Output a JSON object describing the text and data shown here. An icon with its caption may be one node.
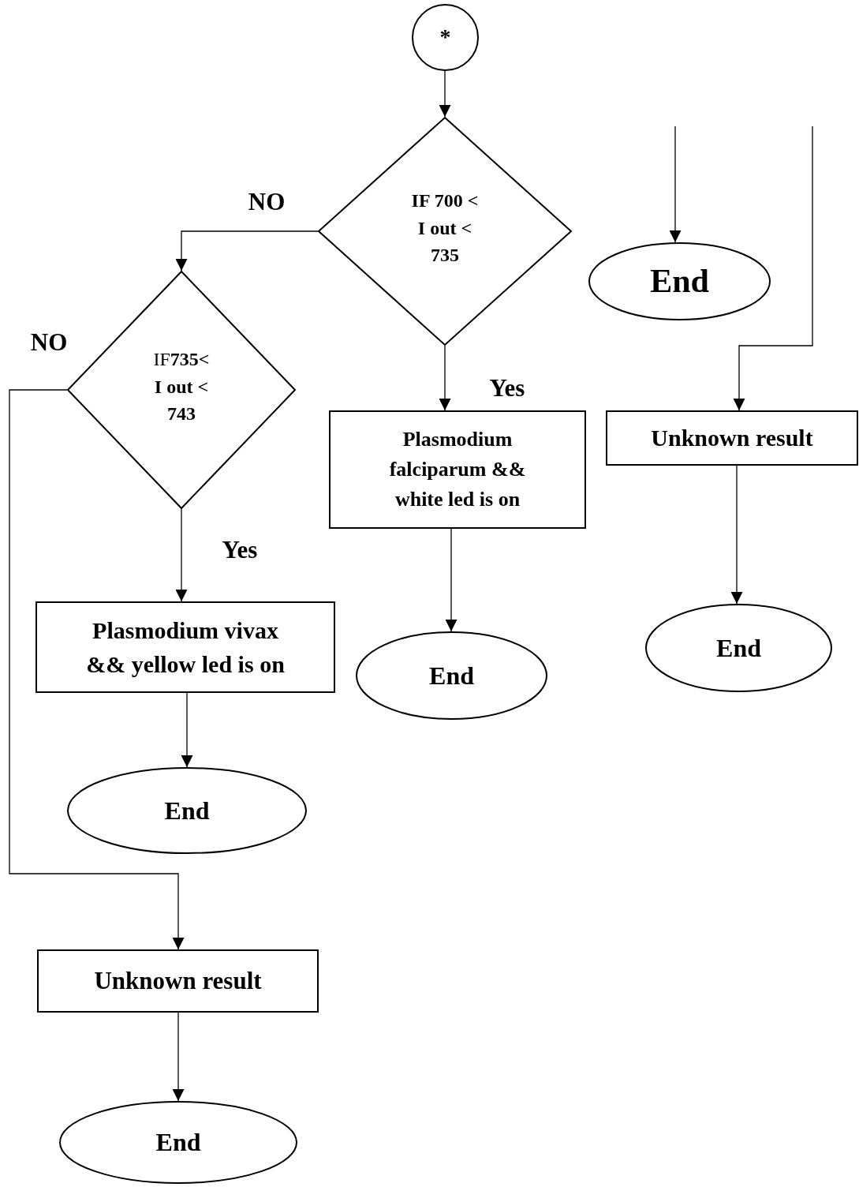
{
  "diagram": {
    "nodes": [
      {
        "text": [
          "*"
        ]
      },
      {
        "text": [
          "IF 700 < I out < 735"
        ]
      },
      {
        "text": [
          "IF**735< I out < 743**"
        ]
      },
      {
        "text": [
          "Plasmodium falciparum && white led is on"
        ]
      },
      {
        "text": [
          "End"
        ]
      },
      {
        "text": [
          "Plasmodium vivax && yellow led is on"
        ]
      },
      {
        "text": [
          "End"
        ]
      },
      {
        "text": [
          "Unknown result"
        ]
      },
      {
        "text": [
          "End"
        ]
      },
      {
        "text": [
          "End"
        ]
      },
      {
        "text": [
          "Unknown result"
        ]
      },
      {
        "text": [
          "End"
        ]
      }
    ],
    "edges": [
      {
        "from": 0,
        "to": 1,
        "arrow": "to"
      },
      {
        "from": 1,
        "to": 2,
        "arrow": "to",
        "label": "NO"
      },
      {
        "from": 2,
        "to": 7,
        "arrow": "to",
        "label": "NO"
      },
      {
        "from": 1,
        "to": 3,
        "arrow": "to",
        "label": "Yes"
      },
      {
        "from": 3,
        "to": 4,
        "arrow": "to"
      },
      {
        "from": 2,
        "to": 5,
        "arrow": "to",
        "label": "Yes"
      },
      {
        "from": 5,
        "to": 6,
        "arrow": "to"
      },
      {
        "from": 7,
        "to": 8,
        "arrow": "to"
      },
      {
        "from": null,
        "to": 9,
        "arrow": "to"
      },
      {
        "from": null,
        "to": 10,
        "arrow": "to"
      },
      {
        "from": 10,
        "to": 11,
        "arrow": "to"
      }
    ]
  }
}
